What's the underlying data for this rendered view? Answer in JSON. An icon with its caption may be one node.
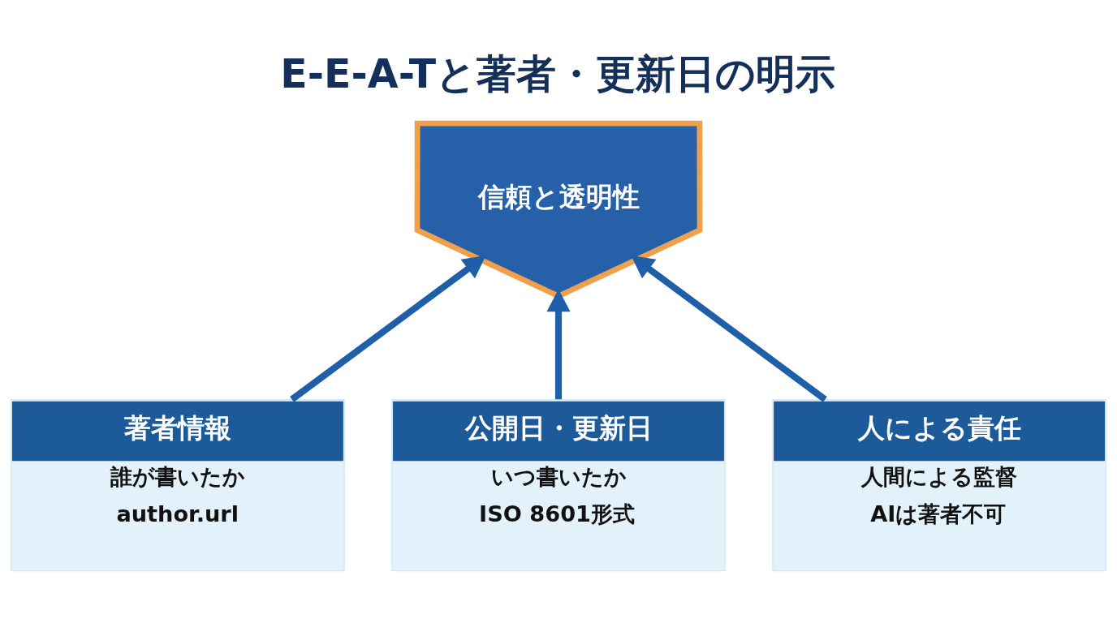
{
  "diagram": {
    "title": "E-E-A-Tと著者・更新日の明示",
    "nodes": [
      {
        "text": [
          "信頼と透明性"
        ]
      },
      {
        "text": [
          "著者情報",
          "誰が書いたか",
          "author.url"
        ]
      },
      {
        "text": [
          "公開日・更新日",
          "いつ書いたか",
          "ISO 8601形式"
        ]
      },
      {
        "text": [
          "人による責任",
          "人間による監督",
          "AIは著者不可"
        ]
      }
    ],
    "edges": [
      {
        "from": 1,
        "to": 0,
        "arrow": "to"
      },
      {
        "from": 2,
        "to": 0,
        "arrow": "to"
      },
      {
        "from": 3,
        "to": 0,
        "arrow": "to"
      }
    ]
  }
}
